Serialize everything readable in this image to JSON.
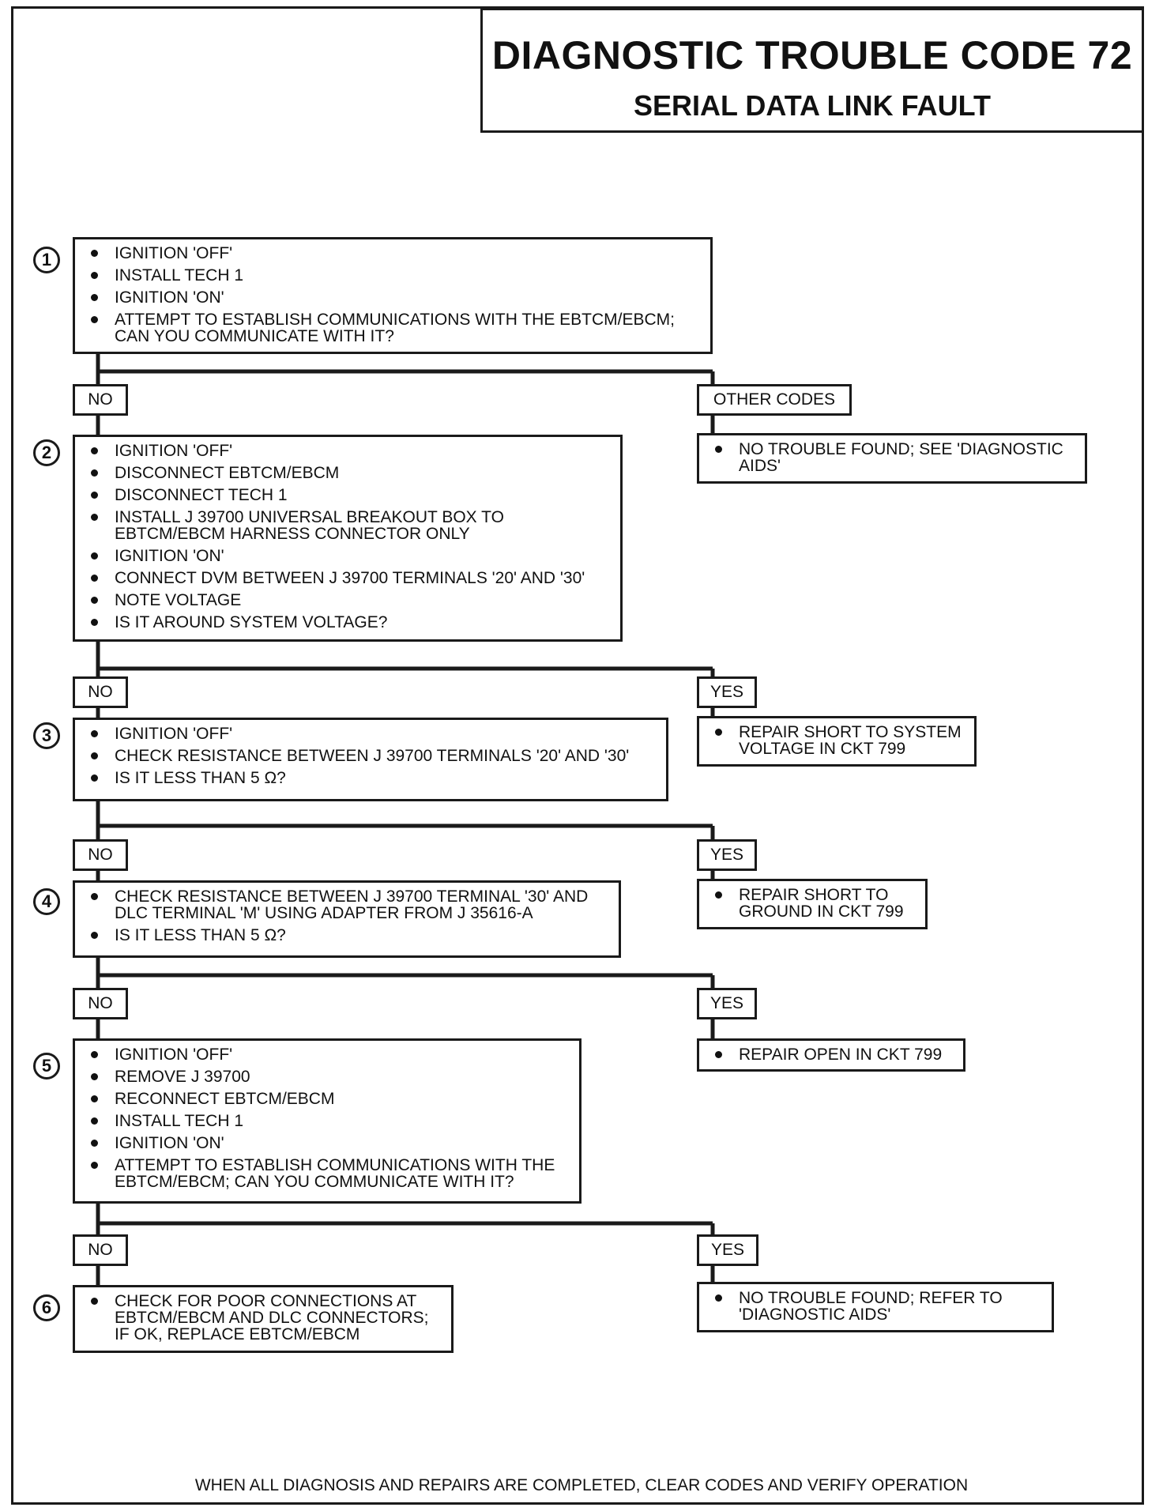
{
  "title": {
    "main": "DIAGNOSTIC TROUBLE CODE 72",
    "sub": "SERIAL DATA LINK FAULT"
  },
  "steps": [
    {
      "num": "1",
      "bullets": [
        "IGNITION 'OFF'",
        "INSTALL TECH 1",
        "IGNITION 'ON'",
        "ATTEMPT TO ESTABLISH COMMUNICATIONS WITH THE EBTCM/EBCM; CAN YOU COMMUNICATE WITH IT?"
      ]
    },
    {
      "num": "2",
      "bullets": [
        "IGNITION 'OFF'",
        "DISCONNECT EBTCM/EBCM",
        "DISCONNECT TECH 1",
        "INSTALL J 39700 UNIVERSAL BREAKOUT BOX TO EBTCM/EBCM HARNESS CONNECTOR ONLY",
        "IGNITION 'ON'",
        "CONNECT DVM BETWEEN J 39700 TERMINALS '20' AND '30'",
        "NOTE VOLTAGE",
        "IS IT AROUND SYSTEM VOLTAGE?"
      ]
    },
    {
      "num": "3",
      "bullets": [
        "IGNITION 'OFF'",
        "CHECK RESISTANCE BETWEEN J 39700 TERMINALS '20' AND '30'",
        "IS IT LESS THAN 5 Ω?"
      ]
    },
    {
      "num": "4",
      "bullets": [
        "CHECK RESISTANCE BETWEEN J 39700 TERMINAL '30' AND DLC TERMINAL 'M' USING ADAPTER FROM J 35616-A",
        "IS IT LESS THAN 5 Ω?"
      ]
    },
    {
      "num": "5",
      "bullets": [
        "IGNITION 'OFF'",
        "REMOVE J 39700",
        "RECONNECT EBTCM/EBCM",
        "INSTALL TECH 1",
        "IGNITION 'ON'",
        "ATTEMPT TO ESTABLISH COMMUNICATIONS WITH THE EBTCM/EBCM; CAN YOU COMMUNICATE WITH IT?"
      ]
    },
    {
      "num": "6",
      "bullets": [
        "CHECK FOR POOR CONNECTIONS AT EBTCM/EBCM AND DLC CONNECTORS; IF OK, REPLACE EBTCM/EBCM"
      ]
    }
  ],
  "branches": [
    {
      "no_label": "NO",
      "alt_label": "OTHER CODES",
      "alt_result": "NO TROUBLE FOUND; SEE 'DIAGNOSTIC AIDS'"
    },
    {
      "no_label": "NO",
      "alt_label": "YES",
      "alt_result": "REPAIR SHORT TO SYSTEM VOLTAGE IN CKT 799"
    },
    {
      "no_label": "NO",
      "alt_label": "YES",
      "alt_result": "REPAIR SHORT TO GROUND IN CKT 799"
    },
    {
      "no_label": "NO",
      "alt_label": "YES",
      "alt_result": "REPAIR OPEN IN CKT 799"
    },
    {
      "no_label": "NO",
      "alt_label": "YES",
      "alt_result": "NO TROUBLE FOUND; REFER TO 'DIAGNOSTIC AIDS'"
    }
  ],
  "footer": "WHEN ALL DIAGNOSIS AND REPAIRS ARE COMPLETED, CLEAR CODES AND VERIFY OPERATION"
}
